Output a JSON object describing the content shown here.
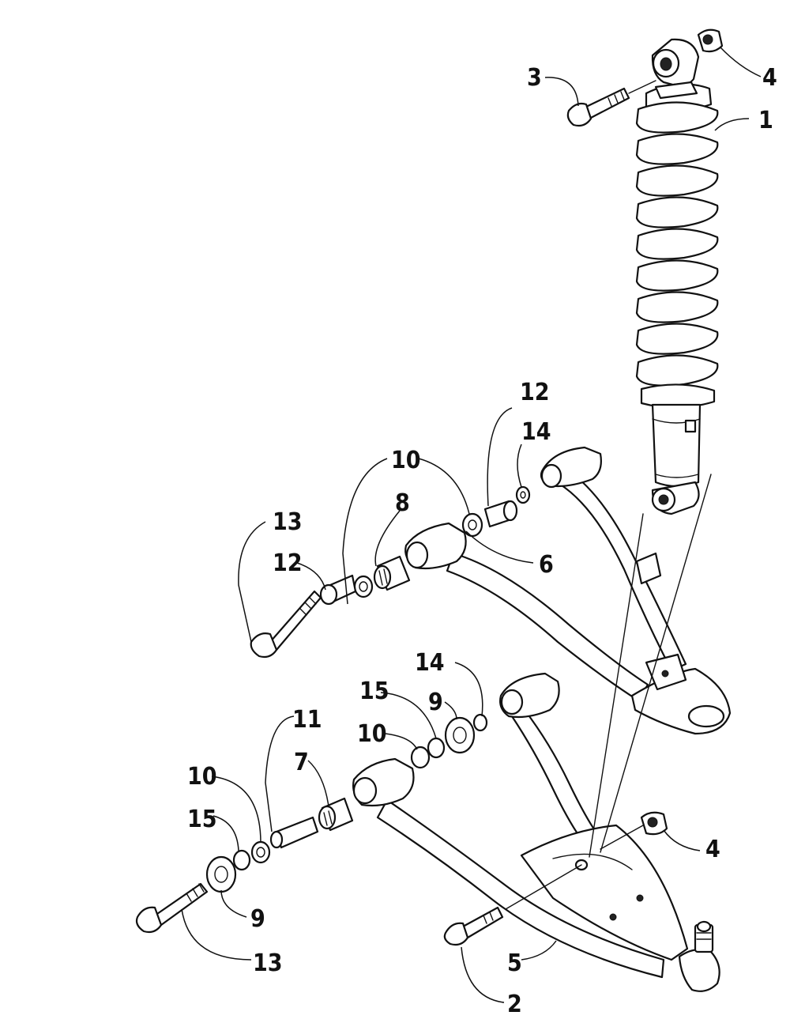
{
  "callouts": {
    "c1": "1",
    "c2": "2",
    "c3": "3",
    "c4a": "4",
    "c4b": "4",
    "c5": "5",
    "c6": "6",
    "c7": "7",
    "c8": "8",
    "c9a": "9",
    "c9b": "9",
    "c10a": "10",
    "c10b": "10",
    "c10c": "10",
    "c11": "11",
    "c12a": "12",
    "c12b": "12",
    "c13a": "13",
    "c13b": "13",
    "c14a": "14",
    "c14b": "14",
    "c15a": "15",
    "c15b": "15"
  }
}
